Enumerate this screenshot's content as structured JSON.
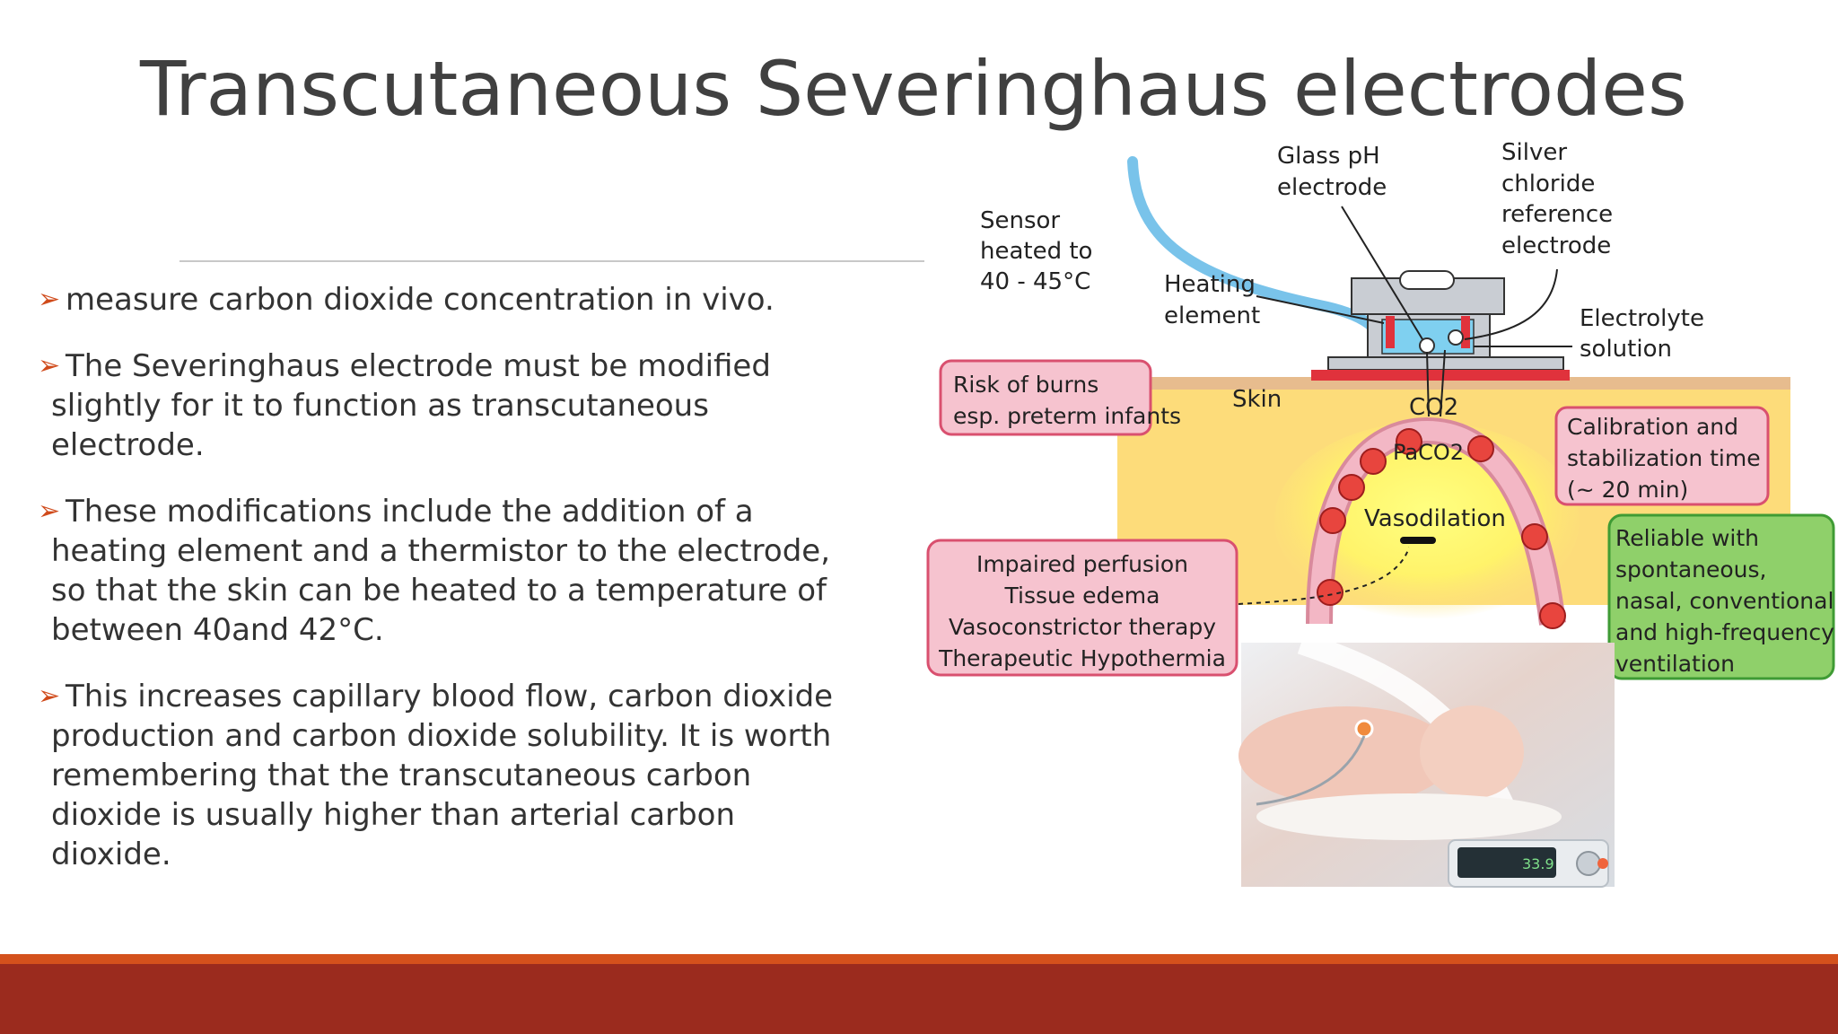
{
  "slide": {
    "title": "Transcutaneous Severinghaus electrodes",
    "bullets": [
      "measure carbon dioxide concentration in vivo.",
      "The Severinghaus electrode must be modified slightly for it to function as transcutaneous electrode.",
      "These modifications include the addition of a heating element and a thermistor to the electrode, so that the skin can be heated to a temperature of between 40and 42°C.",
      "This increases capillary blood flow, carbon dioxide production and carbon dioxide solubility. It is worth remembering that the transcutaneous carbon dioxide is usually higher than arterial carbon dioxide."
    ]
  },
  "diagram": {
    "sensor_heated": [
      "Sensor",
      "heated to",
      "40 - 45°C"
    ],
    "glass_ph": [
      "Glass pH",
      "electrode"
    ],
    "silver_chloride": [
      "Silver",
      "chloride",
      "reference",
      "electrode"
    ],
    "heating_element": [
      "Heating",
      "element"
    ],
    "electrolyte": [
      "Electrolyte",
      "solution"
    ],
    "risk_burns": [
      "Risk of burns",
      "esp. preterm infants"
    ],
    "skin": "Skin",
    "co2": "CO2",
    "paco2": "PaCO2",
    "vasodilation": "Vasodilation",
    "calibration": [
      "Calibration and",
      "stabilization time",
      "(~ 20 min)"
    ],
    "impaired": [
      "Impaired perfusion",
      "Tissue edema",
      "Vasoconstrictor therapy",
      "Therapeutic Hypothermia"
    ],
    "reliable": [
      "Reliable with",
      "spontaneous,",
      "nasal, conventional",
      "and high-frequency",
      "ventilation"
    ],
    "monitor_value": "33.9"
  },
  "colors": {
    "title": "#404040",
    "bullet_marker": "#d04a1a",
    "footer_stripe": "#d4511c",
    "footer_bar": "#9b2b1e",
    "pink_box": "#f6c3cf",
    "pink_border": "#d9506f",
    "green_box": "#8fd06a",
    "skin_yellow": "#fddc7a"
  }
}
